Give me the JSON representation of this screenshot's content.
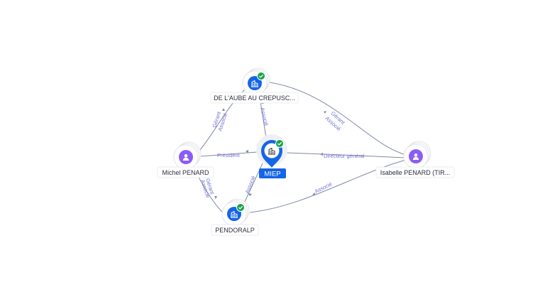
{
  "colors": {
    "company": "#1565e8",
    "person": "#8b5cf6",
    "verified": "#16a34a",
    "edge": "#7f8aa6",
    "edge_label": "#6f6fd6"
  },
  "nodes": {
    "miep": {
      "label": "MIEP",
      "icon": "building-icon",
      "badge": "check-icon"
    },
    "aube": {
      "label": "DE L'AUBE AU CREPUSC...",
      "icon": "building-icon",
      "badge": "check-icon"
    },
    "pendoralp": {
      "label": "PENDORALP",
      "icon": "building-icon",
      "badge": "check-icon"
    },
    "michel": {
      "label": "Michel PENARD",
      "icon": "person-icon"
    },
    "isabelle": {
      "label": "Isabelle PENARD (TIR...",
      "icon": "person-icon"
    }
  },
  "edges": {
    "michel_miep": "Président",
    "isabelle_miep": "Directeur général",
    "isabelle_pendoralp": "Associé",
    "isabelle_aube_1": "Gérant",
    "isabelle_aube_2": "Associé",
    "michel_aube_1": "Gérant",
    "michel_aube_2": "Associé",
    "michel_pendoralp_1": "Gérant",
    "michel_pendoralp_2": "Associé",
    "aube_miep": "Associé",
    "pendoralp_miep": "Associé"
  }
}
